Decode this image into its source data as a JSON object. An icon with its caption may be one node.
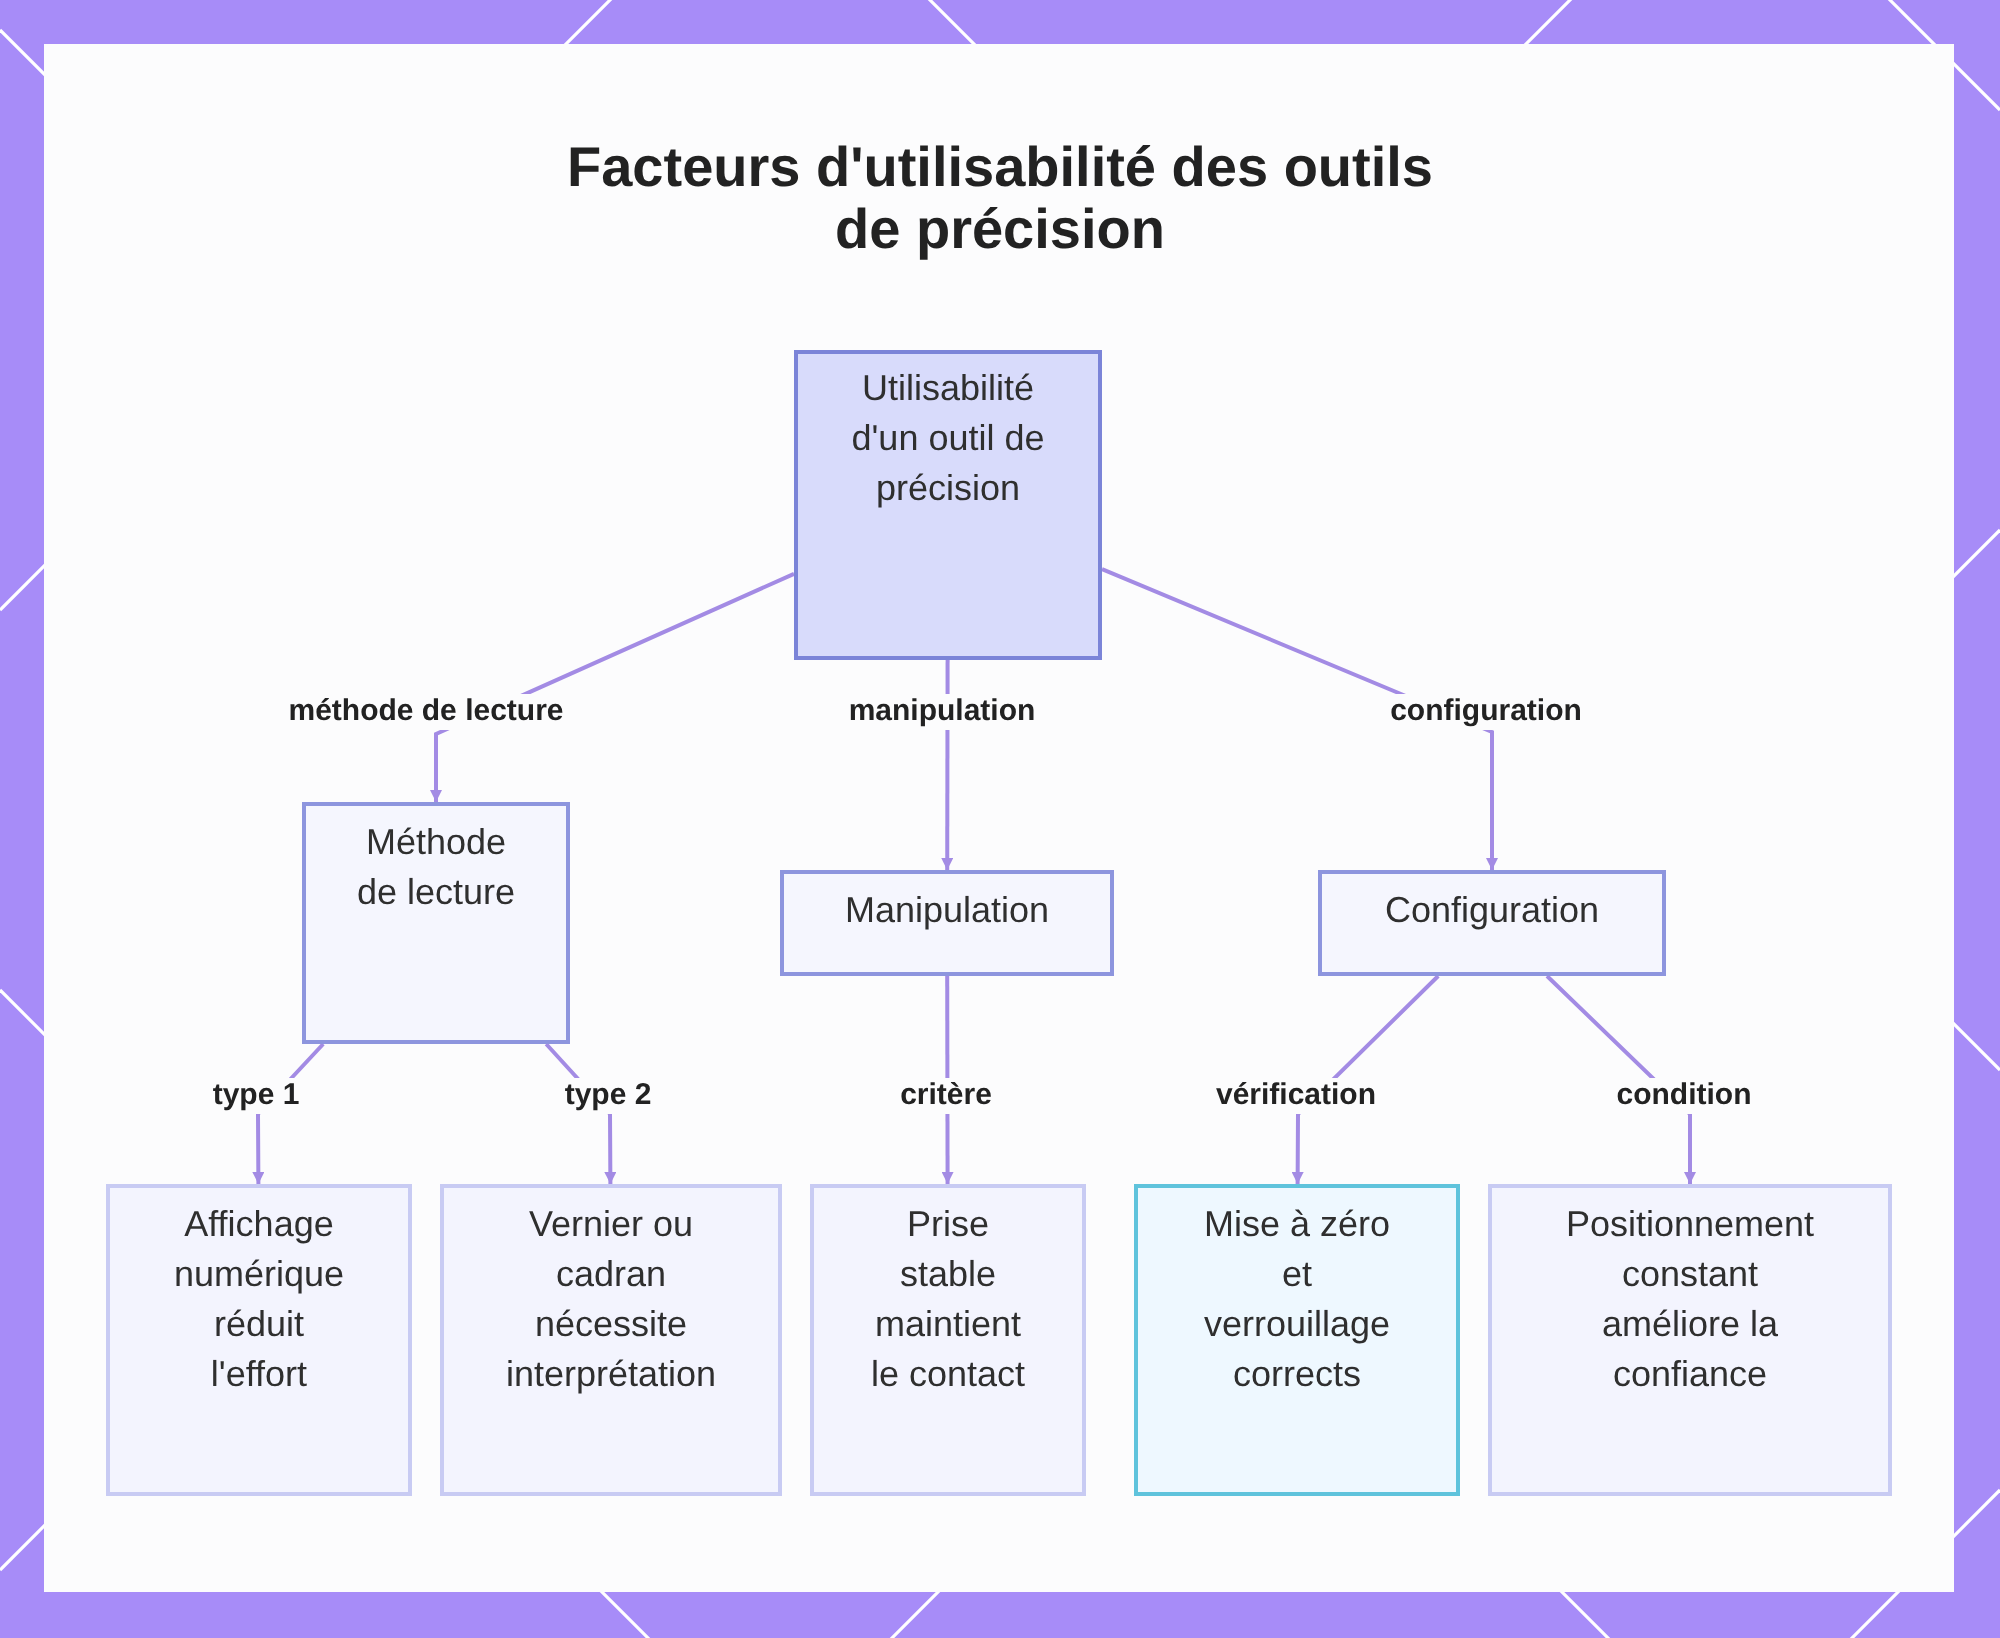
{
  "diagram": {
    "title": "Facteurs d'utilisabilité des outils de précision",
    "nodes": [
      {
        "text": [
          "Utilisabilité d'un outil de précision"
        ]
      },
      {
        "text": [
          "Méthode de lecture"
        ]
      },
      {
        "text": [
          "Manipulation"
        ]
      },
      {
        "text": [
          "Configuration"
        ]
      },
      {
        "text": [
          "Affichage numérique réduit l'effort"
        ]
      },
      {
        "text": [
          "Vernier ou cadran nécessite interprétation"
        ]
      },
      {
        "text": [
          "Prise stable maintient le contact"
        ]
      },
      {
        "text": [
          "Mise à zéro et verrouillage corrects"
        ]
      },
      {
        "text": [
          "Positionnement constant améliore la confiance"
        ]
      }
    ],
    "edges": [
      {
        "from": 0,
        "to": 1,
        "arrow": "to",
        "label": "méthode de lecture"
      },
      {
        "from": 0,
        "to": 2,
        "arrow": "to",
        "label": "manipulation"
      },
      {
        "from": 0,
        "to": 3,
        "arrow": "to",
        "label": "configuration"
      },
      {
        "from": 1,
        "to": 4,
        "arrow": "to",
        "label": "type 1"
      },
      {
        "from": 1,
        "to": 5,
        "arrow": "to",
        "label": "type 2"
      },
      {
        "from": 2,
        "to": 6,
        "arrow": "to",
        "label": "critère"
      },
      {
        "from": 3,
        "to": 7,
        "arrow": "to",
        "label": "vérification"
      },
      {
        "from": 3,
        "to": 8,
        "arrow": "to",
        "label": "condition"
      }
    ]
  }
}
